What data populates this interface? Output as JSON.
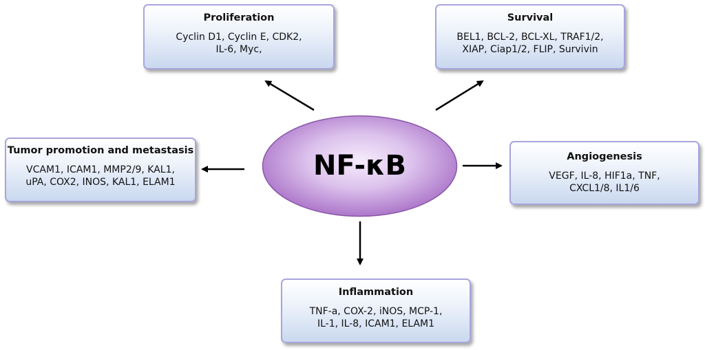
{
  "center": {
    "label": "NF-κB"
  },
  "boxes": {
    "proliferation": {
      "title": "Proliferation",
      "lines": [
        "Cyclin D1, Cyclin E, CDK2,",
        "IL-6, Myc,"
      ]
    },
    "survival": {
      "title": "Survival",
      "lines": [
        "BEL1, BCL-2, BCL-XL, TRAF1/2,",
        "XIAP, Ciap1/2, FLIP, Survivin"
      ]
    },
    "tumor": {
      "title": "Tumor promotion and metastasis",
      "lines": [
        "VCAM1, ICAM1, MMP2/9, KAL1,",
        "uPA, COX2, INOS, KAL1, ELAM1"
      ]
    },
    "angiogenesis": {
      "title": "Angiogenesis",
      "lines": [
        "VEGF, IL-8, HIF1a, TNF,",
        "CXCL1/8, IL1/6"
      ]
    },
    "inflammation": {
      "title": "Inflammation",
      "lines": [
        "TNF-a, COX-2, iNOS, MCP-1,",
        "IL-1, IL-8, ICAM1, ELAM1"
      ]
    }
  },
  "colors": {
    "ellipse_fill_light": "#f4e8fb",
    "ellipse_fill_dark": "#a469c4",
    "ellipse_stroke": "#8a56a8",
    "box_border": "#a7a5dc",
    "arrow": "#000000"
  }
}
